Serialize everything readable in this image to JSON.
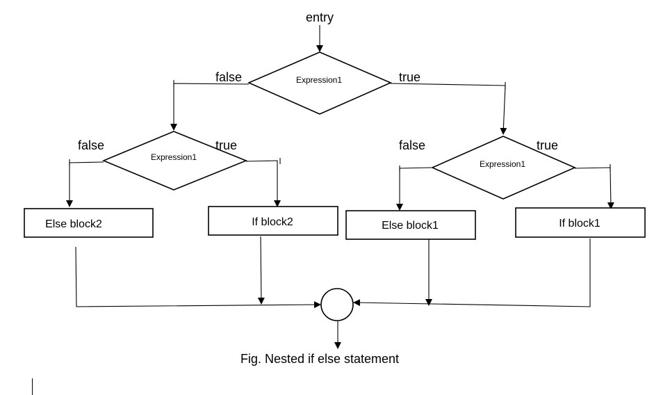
{
  "entry_label": "entry",
  "decisions": {
    "top": {
      "label": "Expression1",
      "false_label": "false",
      "true_label": "true"
    },
    "left": {
      "label": "Expression1",
      "false_label": "false",
      "true_label": "true"
    },
    "right": {
      "label": "Expression1",
      "false_label": "false",
      "true_label": "true"
    }
  },
  "blocks": {
    "else_block2": "Else block2",
    "if_block2": "If block2",
    "else_block1": "Else block1",
    "if_block1": "If block1"
  },
  "caption": "Fig. Nested if else statement"
}
